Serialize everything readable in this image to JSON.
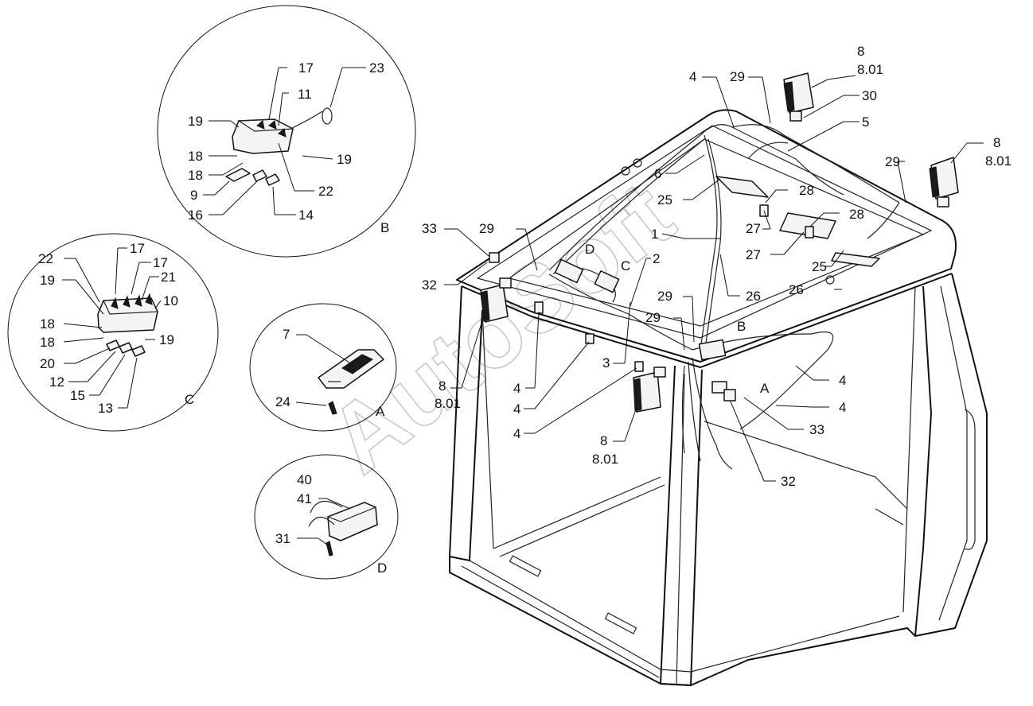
{
  "watermark": "AutoSoft",
  "callouts": {
    "c1": "1",
    "c2": "2",
    "c3": "3",
    "c4a": "4",
    "c4b": "4",
    "c4c": "4",
    "c4d": "4",
    "c4e": "4",
    "c4f": "4",
    "c5": "5",
    "c6": "6",
    "c8a": "8",
    "c801a": "8.01",
    "c8b": "8",
    "c801b": "8.01",
    "c8c": "8",
    "c801c": "8.01",
    "c8d": "8",
    "c801d": "8.01",
    "c25a": "25",
    "c25b": "25",
    "c26a": "26",
    "c26b": "26",
    "c27a": "27",
    "c27b": "27",
    "c28a": "28",
    "c28b": "28",
    "c29a": "29",
    "c29b": "29",
    "c29c": "29",
    "c29d": "29",
    "c29e": "29",
    "c30": "30",
    "c32a": "32",
    "c32b": "32",
    "c33a": "33",
    "c33b": "33",
    "A_main": "A",
    "B_main": "B",
    "C_main": "C",
    "D_main": "D"
  },
  "detail_b": {
    "letter": "B",
    "labels": [
      "17",
      "11",
      "23",
      "19",
      "18",
      "18",
      "9",
      "16",
      "14",
      "19",
      "22"
    ]
  },
  "detail_c": {
    "letter": "C",
    "labels": [
      "22",
      "17",
      "17",
      "19",
      "21",
      "10",
      "18",
      "18",
      "19",
      "20",
      "12",
      "15",
      "13"
    ]
  },
  "detail_a": {
    "letter": "A",
    "labels": [
      "7",
      "24"
    ]
  },
  "detail_d": {
    "letter": "D",
    "labels": [
      "40",
      "41",
      "31"
    ]
  }
}
